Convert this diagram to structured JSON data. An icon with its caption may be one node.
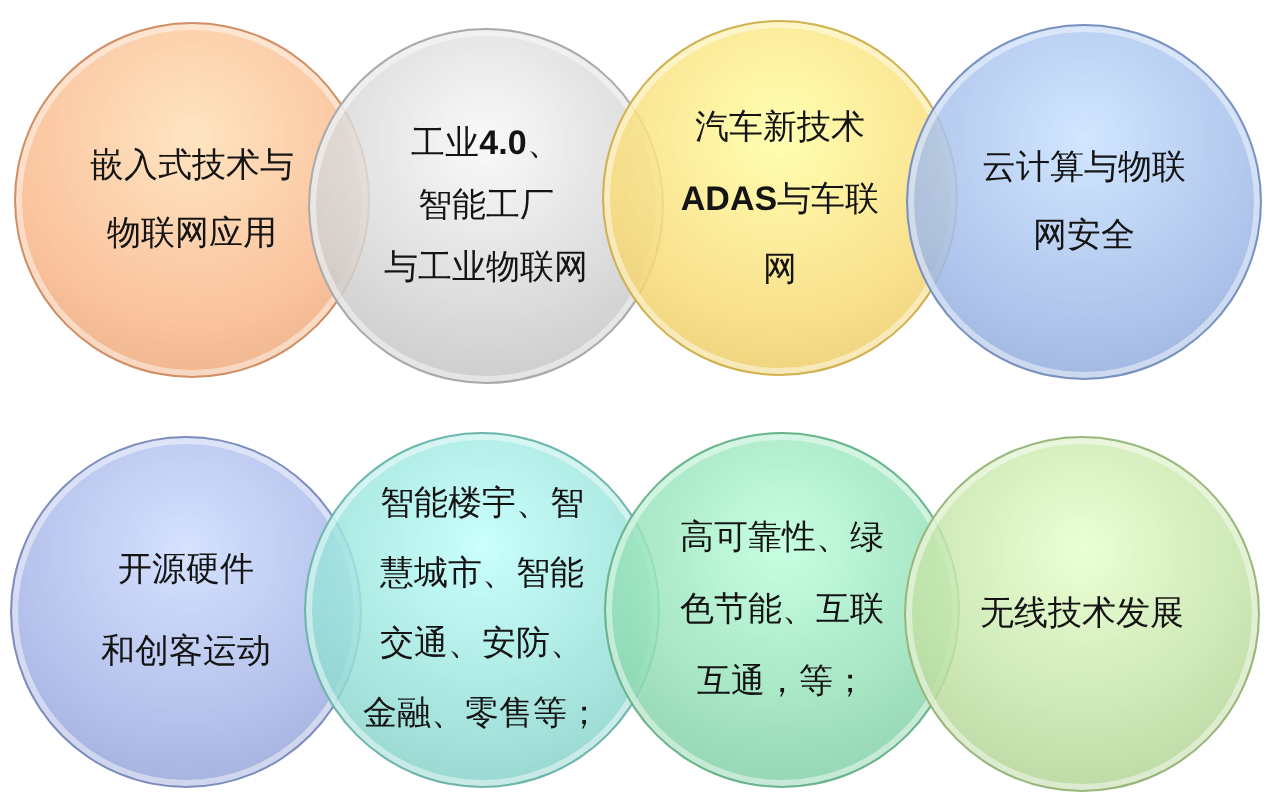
{
  "diagram": {
    "nodes": [
      {
        "text": [
          "嵌入式技术与物联网应用"
        ]
      },
      {
        "text": [
          "工业**4.0**、智能工厂与工业物联网"
        ]
      },
      {
        "text": [
          "汽车新技术**ADAS**与车联网"
        ]
      },
      {
        "text": [
          "云计算与物联网安全"
        ]
      },
      {
        "text": [
          "开源硬件和创客运动"
        ]
      },
      {
        "text": [
          "智能楼宇、智慧城市、智能交通、安防、金融、零售等；"
        ]
      },
      {
        "text": [
          "高可靠性、绿色节能、互联互通，等；"
        ]
      },
      {
        "text": [
          "无线技术发展"
        ]
      }
    ]
  }
}
